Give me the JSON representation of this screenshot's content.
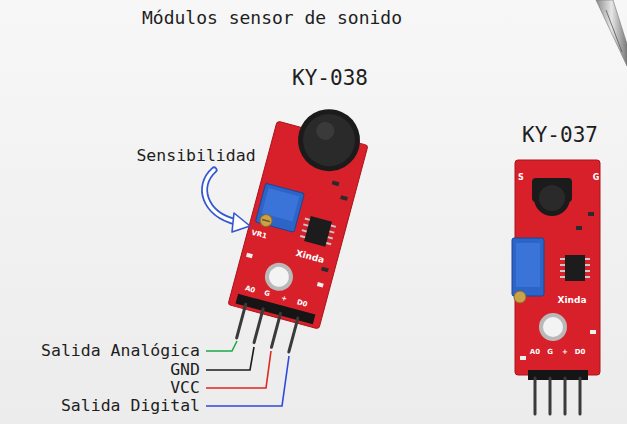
{
  "diagram": {
    "title": "Módulos sensor de sonido",
    "labels": [
      "KY-038",
      "KY-037",
      "Sensibilidad",
      "Salida Analógica",
      "GND",
      "VCC",
      "Salida Digital",
      "Xinda",
      "VR1",
      "A0",
      "G",
      "+",
      "D0",
      "Xinda",
      "S",
      "G",
      "A0",
      "G",
      "+",
      "D0"
    ]
  }
}
